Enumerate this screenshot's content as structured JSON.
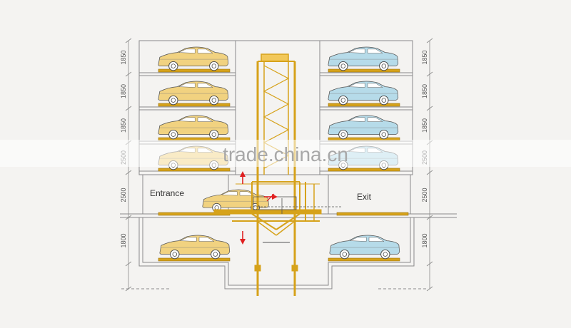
{
  "labels": {
    "entrance": "Entrance",
    "exit": "Exit",
    "watermark": "trade.china.cn"
  },
  "dimensions": {
    "left": [
      "1850",
      "1850",
      "1850",
      "2500",
      "2500",
      "1800"
    ],
    "right": [
      "1850",
      "1850",
      "1850",
      "2500",
      "2500",
      "1800"
    ]
  },
  "colors": {
    "background": "#f4f3f1",
    "frame": "#d6a21a",
    "car_left": "#f1d280",
    "car_right": "#b6dbe9",
    "arrow": "#e02020",
    "line": "#8a8a8a",
    "watermark": "#a8a8a8"
  },
  "icons": {
    "up_arrow": "arrow-up-icon",
    "down_arrow": "arrow-down-icon",
    "right_arrow": "arrow-right-icon",
    "car": "car-icon"
  }
}
